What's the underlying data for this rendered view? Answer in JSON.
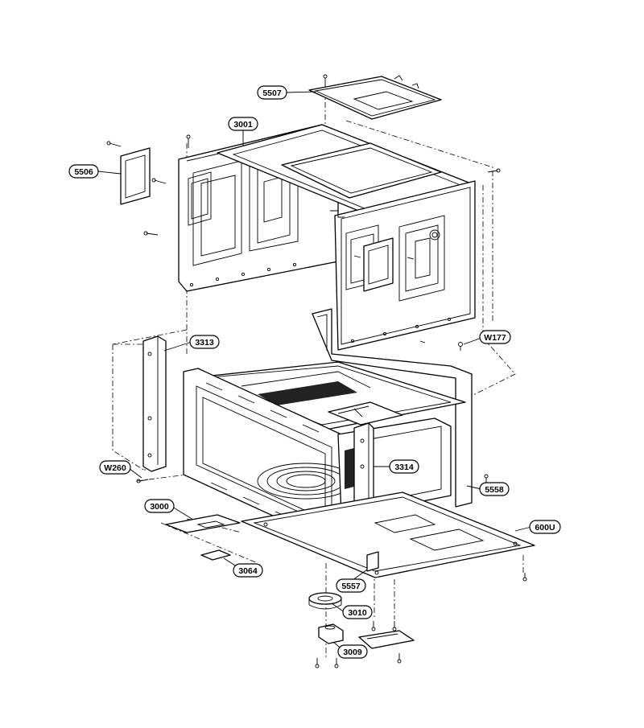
{
  "callouts": [
    {
      "id": "c5507",
      "label": "5507"
    },
    {
      "id": "c3001",
      "label": "3001"
    },
    {
      "id": "c5506",
      "label": "5506"
    },
    {
      "id": "c3313",
      "label": "3313"
    },
    {
      "id": "cW177",
      "label": "W177"
    },
    {
      "id": "cW260",
      "label": "W260"
    },
    {
      "id": "c3314",
      "label": "3314"
    },
    {
      "id": "c5558",
      "label": "5558"
    },
    {
      "id": "c3000",
      "label": "3000"
    },
    {
      "id": "c600U",
      "label": "600U"
    },
    {
      "id": "c3064",
      "label": "3064"
    },
    {
      "id": "c5557",
      "label": "5557"
    },
    {
      "id": "c3010",
      "label": "3010"
    },
    {
      "id": "c3009",
      "label": "3009"
    }
  ]
}
